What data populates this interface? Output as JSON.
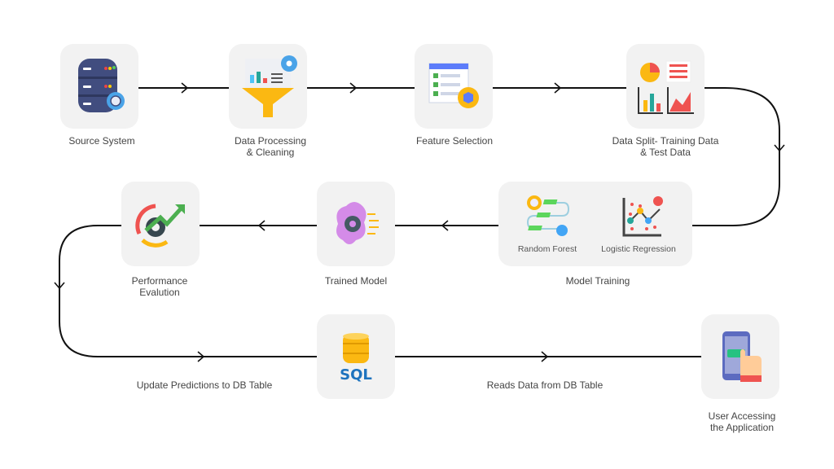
{
  "nodes": {
    "source": {
      "label": "Source System",
      "icon": "database-gear-icon"
    },
    "processing": {
      "label1": "Data Processing",
      "label2": "& Cleaning",
      "icon": "funnel-chart-icon"
    },
    "feature": {
      "label": "Feature Selection",
      "icon": "checklist-cube-icon"
    },
    "split": {
      "label1": "Data Split- Training Data",
      "label2": "& Test Data",
      "icon": "charts-icon"
    },
    "training": {
      "label": "Model Training",
      "models": [
        "Random Forest",
        "Logistic Regression"
      ]
    },
    "trained": {
      "label": "Trained Model",
      "icon": "brain-gear-icon"
    },
    "performance": {
      "label1": "Performance",
      "label2": "Evalution",
      "icon": "gauge-growth-icon"
    },
    "sql": {
      "label": "SQL",
      "icon": "sql-database-icon"
    },
    "user": {
      "label1": "User Accessing",
      "label2": "the Application",
      "icon": "phone-tap-icon"
    }
  },
  "edges": {
    "update": "Update Predictions to DB Table",
    "reads": "Reads Data from DB Table"
  },
  "colors": {
    "line": "#111111",
    "box": "#f2f2f2",
    "text": "#444444"
  }
}
